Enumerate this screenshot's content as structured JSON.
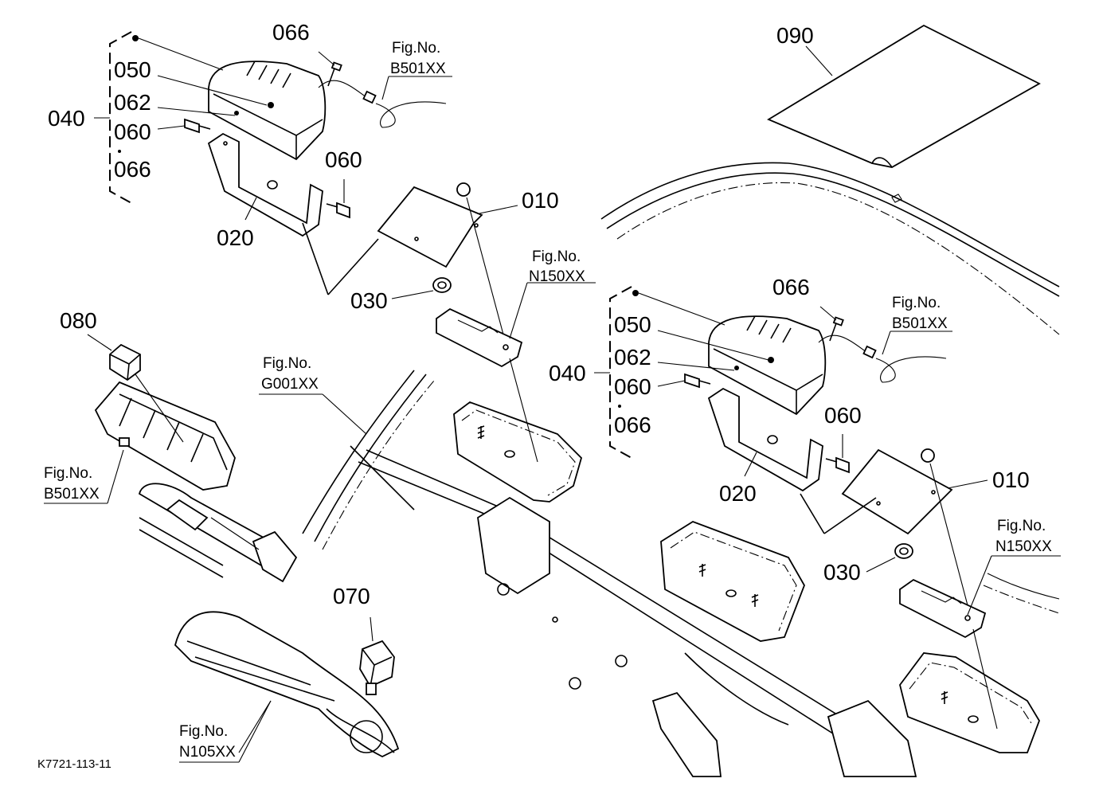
{
  "diagram_code": "K7721-113-11",
  "labels": {
    "p066_a": "066",
    "p050_a": "050",
    "p062_a": "062",
    "p040_a": "040",
    "p060_a": "060",
    "p060_a_range": "060",
    "p066_a_range": "066",
    "p060_b": "060",
    "p020_a": "020",
    "p010_a": "010",
    "p030_a": "030",
    "p090": "090",
    "p080": "080",
    "p070": "070",
    "p066_b": "066",
    "p050_b": "050",
    "p062_b": "062",
    "p040_b": "040",
    "p060_c": "060",
    "p060_b_range": "060",
    "p066_b_range": "066",
    "p060_d": "060",
    "p020_b": "020",
    "p010_b": "010",
    "p030_b": "030"
  },
  "fig_refs": {
    "fig_label": "Fig.No.",
    "ref_b501_a": "B501XX",
    "ref_n150_a": "N150XX",
    "ref_g001": "G001XX",
    "ref_b501_b": "B501XX",
    "ref_b501_c": "B501XX",
    "ref_n150_b": "N150XX",
    "ref_n105": "N105XX"
  }
}
